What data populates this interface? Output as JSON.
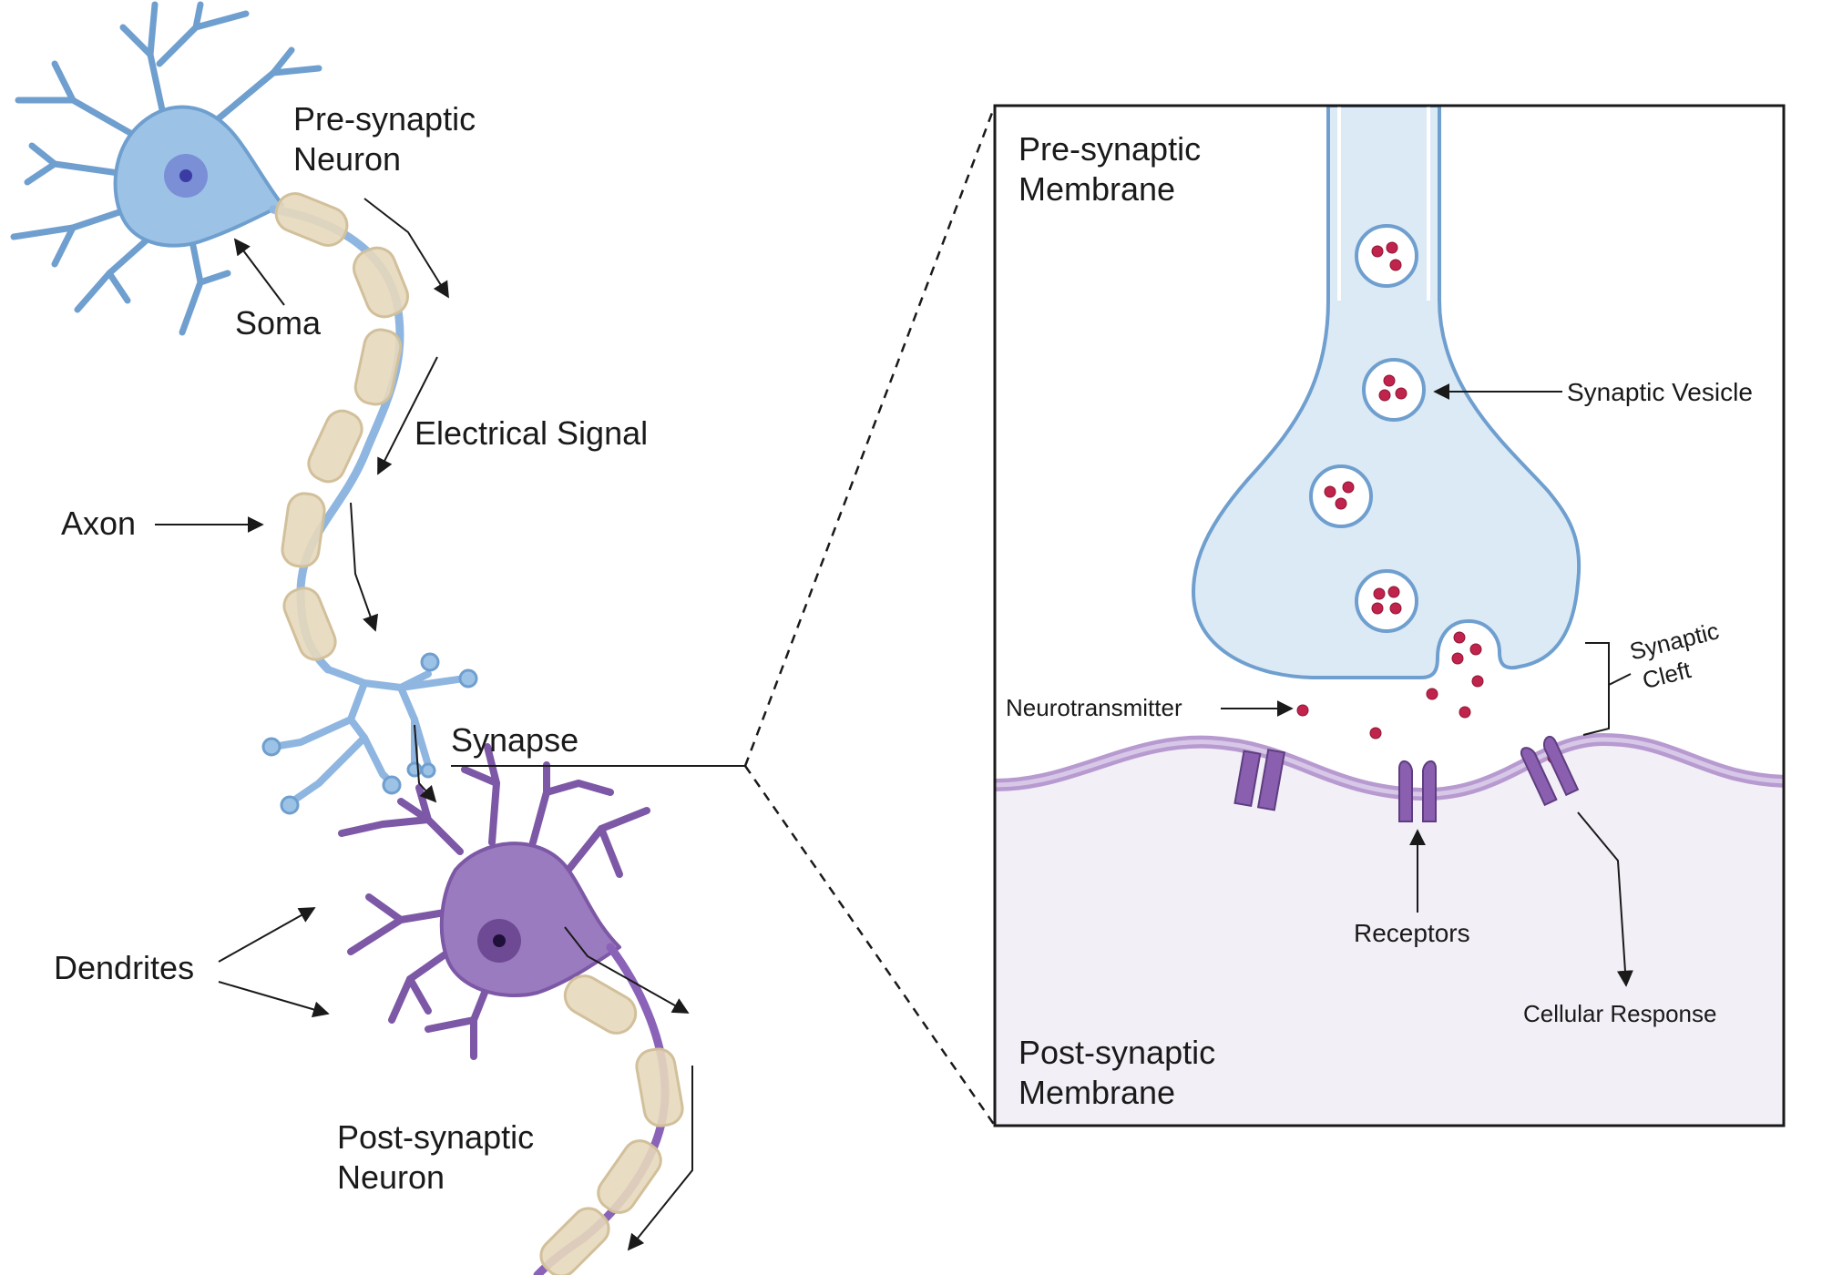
{
  "labels": {
    "presynaptic_neuron": [
      "Pre-synaptic",
      "Neuron"
    ],
    "soma": "Soma",
    "electrical_signal": "Electrical Signal",
    "axon": "Axon",
    "synapse": "Synapse",
    "dendrites": "Dendrites",
    "postsynaptic_neuron": [
      "Post-synaptic",
      "Neuron"
    ],
    "presynaptic_membrane": [
      "Pre-synaptic",
      "Membrane"
    ],
    "postsynaptic_membrane": [
      "Post-synaptic",
      "Membrane"
    ],
    "synaptic_vesicle": "Synaptic Vesicle",
    "synaptic_cleft": [
      "Synaptic",
      "Cleft"
    ],
    "neurotransmitter": "Neurotransmitter",
    "receptors": "Receptors",
    "cellular_response": "Cellular Response"
  },
  "colors": {
    "presynaptic_neuron": "#9cc3e6",
    "presynaptic_outline": "#6f9fcf",
    "postsynaptic_neuron": "#9b7bbf",
    "postsynaptic_outline": "#7c58a6",
    "myelin": "#e5d8bd",
    "terminal_fill": "#dceaf6",
    "postsynaptic_fill": "#f2eff6",
    "membrane": "#c9b3dc",
    "receptor": "#8a5fb0",
    "neurotransmitter": "#c0234b"
  }
}
